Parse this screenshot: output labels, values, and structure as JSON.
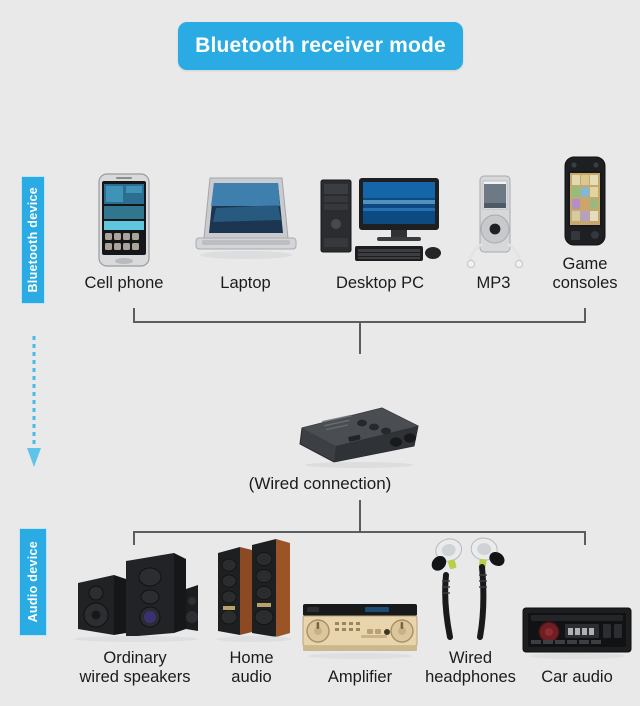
{
  "header": {
    "title": "Bluetooth receiver mode",
    "badge_color": "#2aabe4",
    "text_color": "#ffffff"
  },
  "page": {
    "background_color": "#e9e9e9",
    "text_color": "#1b1b1b",
    "connector_color": "#5d5d5d"
  },
  "side_labels": {
    "bluetooth": "Bluetooth device",
    "audio": "Audio device"
  },
  "flow": {
    "arrow_direction": "down",
    "arrow_style": "dashed",
    "arrow_color": "#4ab9e8",
    "center_caption": "(Wired connection)"
  },
  "bluetooth_devices": [
    {
      "label": "Cell phone",
      "icon": "smartphone-icon"
    },
    {
      "label": "Laptop",
      "icon": "laptop-icon"
    },
    {
      "label": "Desktop PC",
      "icon": "desktop-pc-icon"
    },
    {
      "label": "MP3",
      "icon": "mp3-player-icon"
    },
    {
      "label": "Game\nconsoles",
      "icon": "handheld-game-console-icon"
    }
  ],
  "audio_devices": [
    {
      "label": "Ordinary\nwired speakers",
      "icon": "multimedia-speakers-icon"
    },
    {
      "label": "Home\naudio",
      "icon": "tower-speakers-icon"
    },
    {
      "label": "Amplifier",
      "icon": "amplifier-icon"
    },
    {
      "label": "Wired\nheadphones",
      "icon": "earphones-icon"
    },
    {
      "label": "Car audio",
      "icon": "car-stereo-icon"
    }
  ],
  "receiver": {
    "name": "bluetooth-receiver-dongle",
    "body_color": "#3a3d41",
    "buttons": 3,
    "jacks": 2
  }
}
